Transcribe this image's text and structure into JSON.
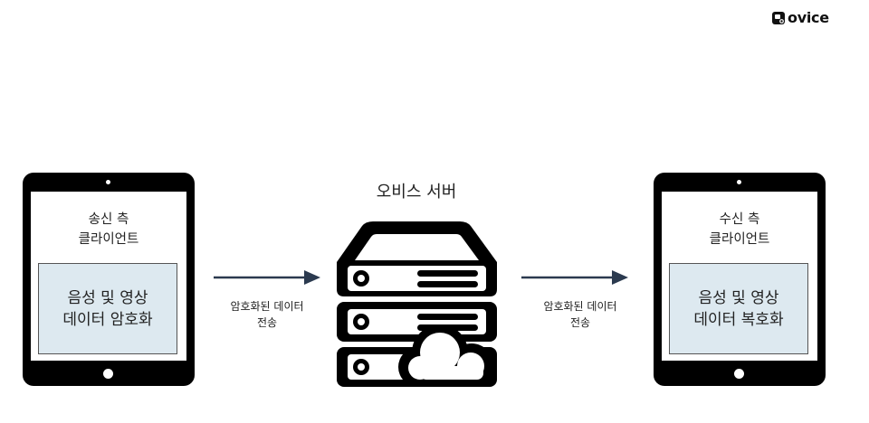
{
  "logo": {
    "text": "ovice"
  },
  "server": {
    "title": "오비스 서버"
  },
  "sender": {
    "title_line1": "송신 측",
    "title_line2": "클라이언트",
    "box_line1": "음성 및 영상",
    "box_line2": "데이터 암호화"
  },
  "receiver": {
    "title_line1": "수신 측",
    "title_line2": "클라이언트",
    "box_line1": "음성 및 영상",
    "box_line2": "데이터 복호화"
  },
  "transfer_left": {
    "line1": "암호화된 데이터",
    "line2": "전송"
  },
  "transfer_right": {
    "line1": "암호화된 데이터",
    "line2": "전송"
  },
  "colors": {
    "device": "#000000",
    "box_fill": "#dde9f0",
    "arrow": "#2b3a4f",
    "text": "#222222"
  }
}
